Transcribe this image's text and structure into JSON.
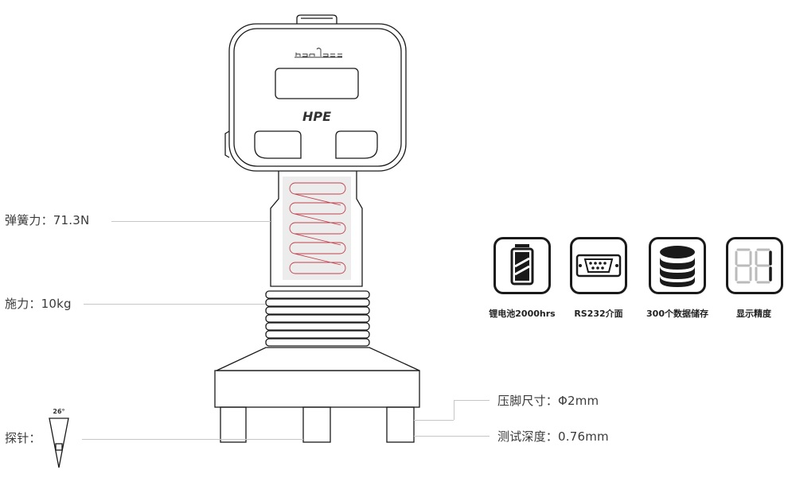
{
  "device": {
    "brand": "baleiss",
    "model": "HPE"
  },
  "annotations": {
    "spring_force": "弹簧力：71.3N",
    "applied_force": "施力：10kg",
    "probe": "探针：",
    "probe_angle": "26°",
    "foot_size": "压脚尺寸：Φ2mm",
    "test_depth": "测试深度：0.76mm"
  },
  "features": [
    {
      "icon": "battery-icon",
      "label": "锂电池2000hrs"
    },
    {
      "icon": "rs232-connector-icon",
      "label": "RS232介面"
    },
    {
      "icon": "database-icon",
      "label": "300个数据储存"
    },
    {
      "icon": "seven-segment-display-icon",
      "label": "显示精度"
    }
  ],
  "colors": {
    "outline": "#1a1a1a",
    "spring": "#c2404a",
    "spring_bg": "#ececec",
    "leader": "#c6c6c6"
  }
}
